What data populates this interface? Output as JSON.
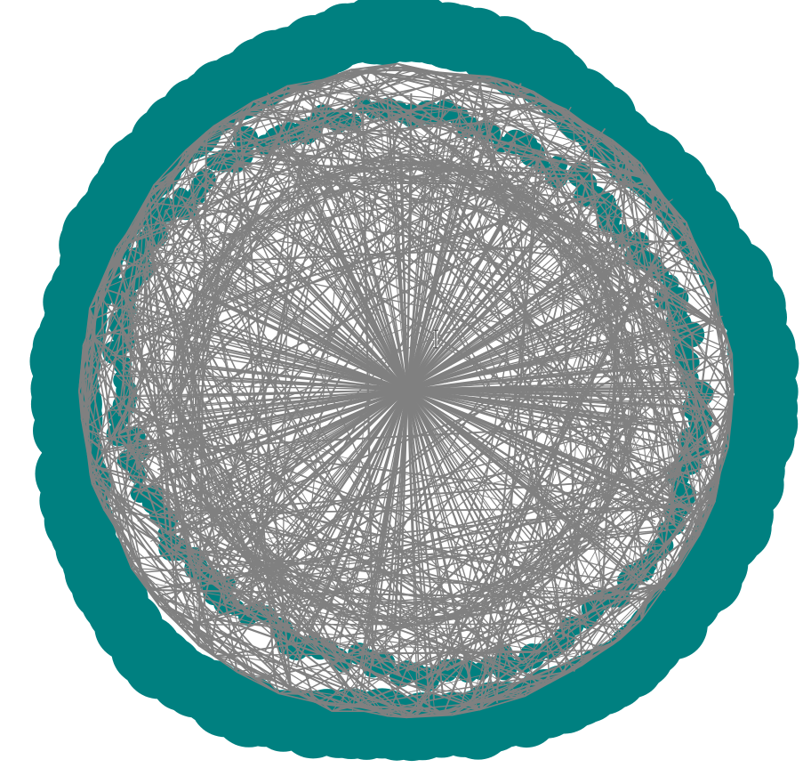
{
  "diagram": {
    "type": "circular-network-graph",
    "colors": {
      "background": "#ffffff",
      "node_fill": "#008080",
      "edge_stroke": "#808080"
    },
    "layout": "circular",
    "hub_node": "center",
    "text_cursor_visible": true
  }
}
